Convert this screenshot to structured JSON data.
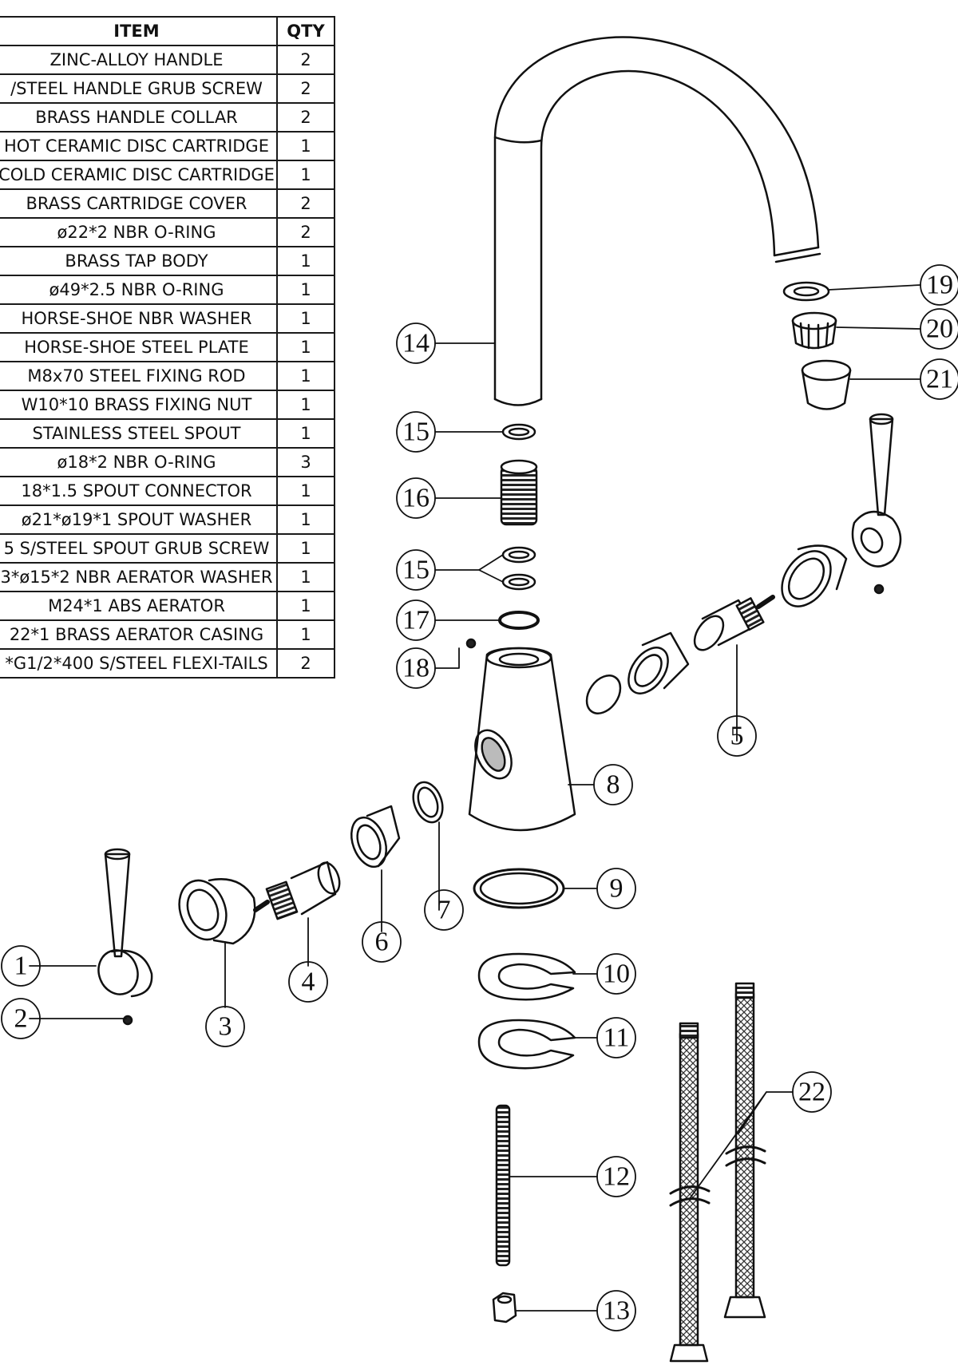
{
  "table": {
    "headers": {
      "item": "ITEM",
      "qty": "QTY"
    },
    "rows": [
      {
        "item": "ZINC-ALLOY HANDLE",
        "qty": "2"
      },
      {
        "item": "/STEEL HANDLE GRUB SCREW",
        "qty": "2"
      },
      {
        "item": "BRASS HANDLE COLLAR",
        "qty": "2"
      },
      {
        "item": "HOT CERAMIC DISC CARTRIDGE",
        "qty": "1"
      },
      {
        "item": "COLD CERAMIC DISC CARTRIDGE",
        "qty": "1"
      },
      {
        "item": "BRASS CARTRIDGE COVER",
        "qty": "2"
      },
      {
        "item": "ø22*2  NBR O-RING",
        "qty": "2"
      },
      {
        "item": "BRASS TAP BODY",
        "qty": "1"
      },
      {
        "item": "ø49*2.5  NBR O-RING",
        "qty": "1"
      },
      {
        "item": "HORSE-SHOE NBR WASHER",
        "qty": "1"
      },
      {
        "item": "HORSE-SHOE STEEL PLATE",
        "qty": "1"
      },
      {
        "item": "M8x70  STEEL FIXING ROD",
        "qty": "1"
      },
      {
        "item": "W10*10  BRASS FIXING NUT",
        "qty": "1"
      },
      {
        "item": "STAINLESS STEEL SPOUT",
        "qty": "1"
      },
      {
        "item": "ø18*2  NBR O-RING",
        "qty": "3"
      },
      {
        "item": "18*1.5  SPOUT CONNECTOR",
        "qty": "1"
      },
      {
        "item": "ø21*ø19*1  SPOUT WASHER",
        "qty": "1"
      },
      {
        "item": "5  S/STEEL SPOUT GRUB SCREW",
        "qty": "1"
      },
      {
        "item": "3*ø15*2  NBR AERATOR WASHER",
        "qty": "1"
      },
      {
        "item": "M24*1  ABS AERATOR",
        "qty": "1"
      },
      {
        "item": "22*1  BRASS AERATOR CASING",
        "qty": "1"
      },
      {
        "item": "*G1/2*400  S/STEEL FLEXI-TAILS",
        "qty": "2"
      }
    ]
  },
  "callouts": {
    "c1": "1",
    "c2": "2",
    "c3": "3",
    "c4": "4",
    "c5": "5",
    "c6": "6",
    "c7": "7",
    "c8": "8",
    "c9": "9",
    "c10": "10",
    "c11": "11",
    "c12": "12",
    "c13": "13",
    "c14": "14",
    "c15a": "15",
    "c15b": "15",
    "c16": "16",
    "c17": "17",
    "c18": "18",
    "c19": "19",
    "c20": "20",
    "c21": "21",
    "c22": "22"
  }
}
